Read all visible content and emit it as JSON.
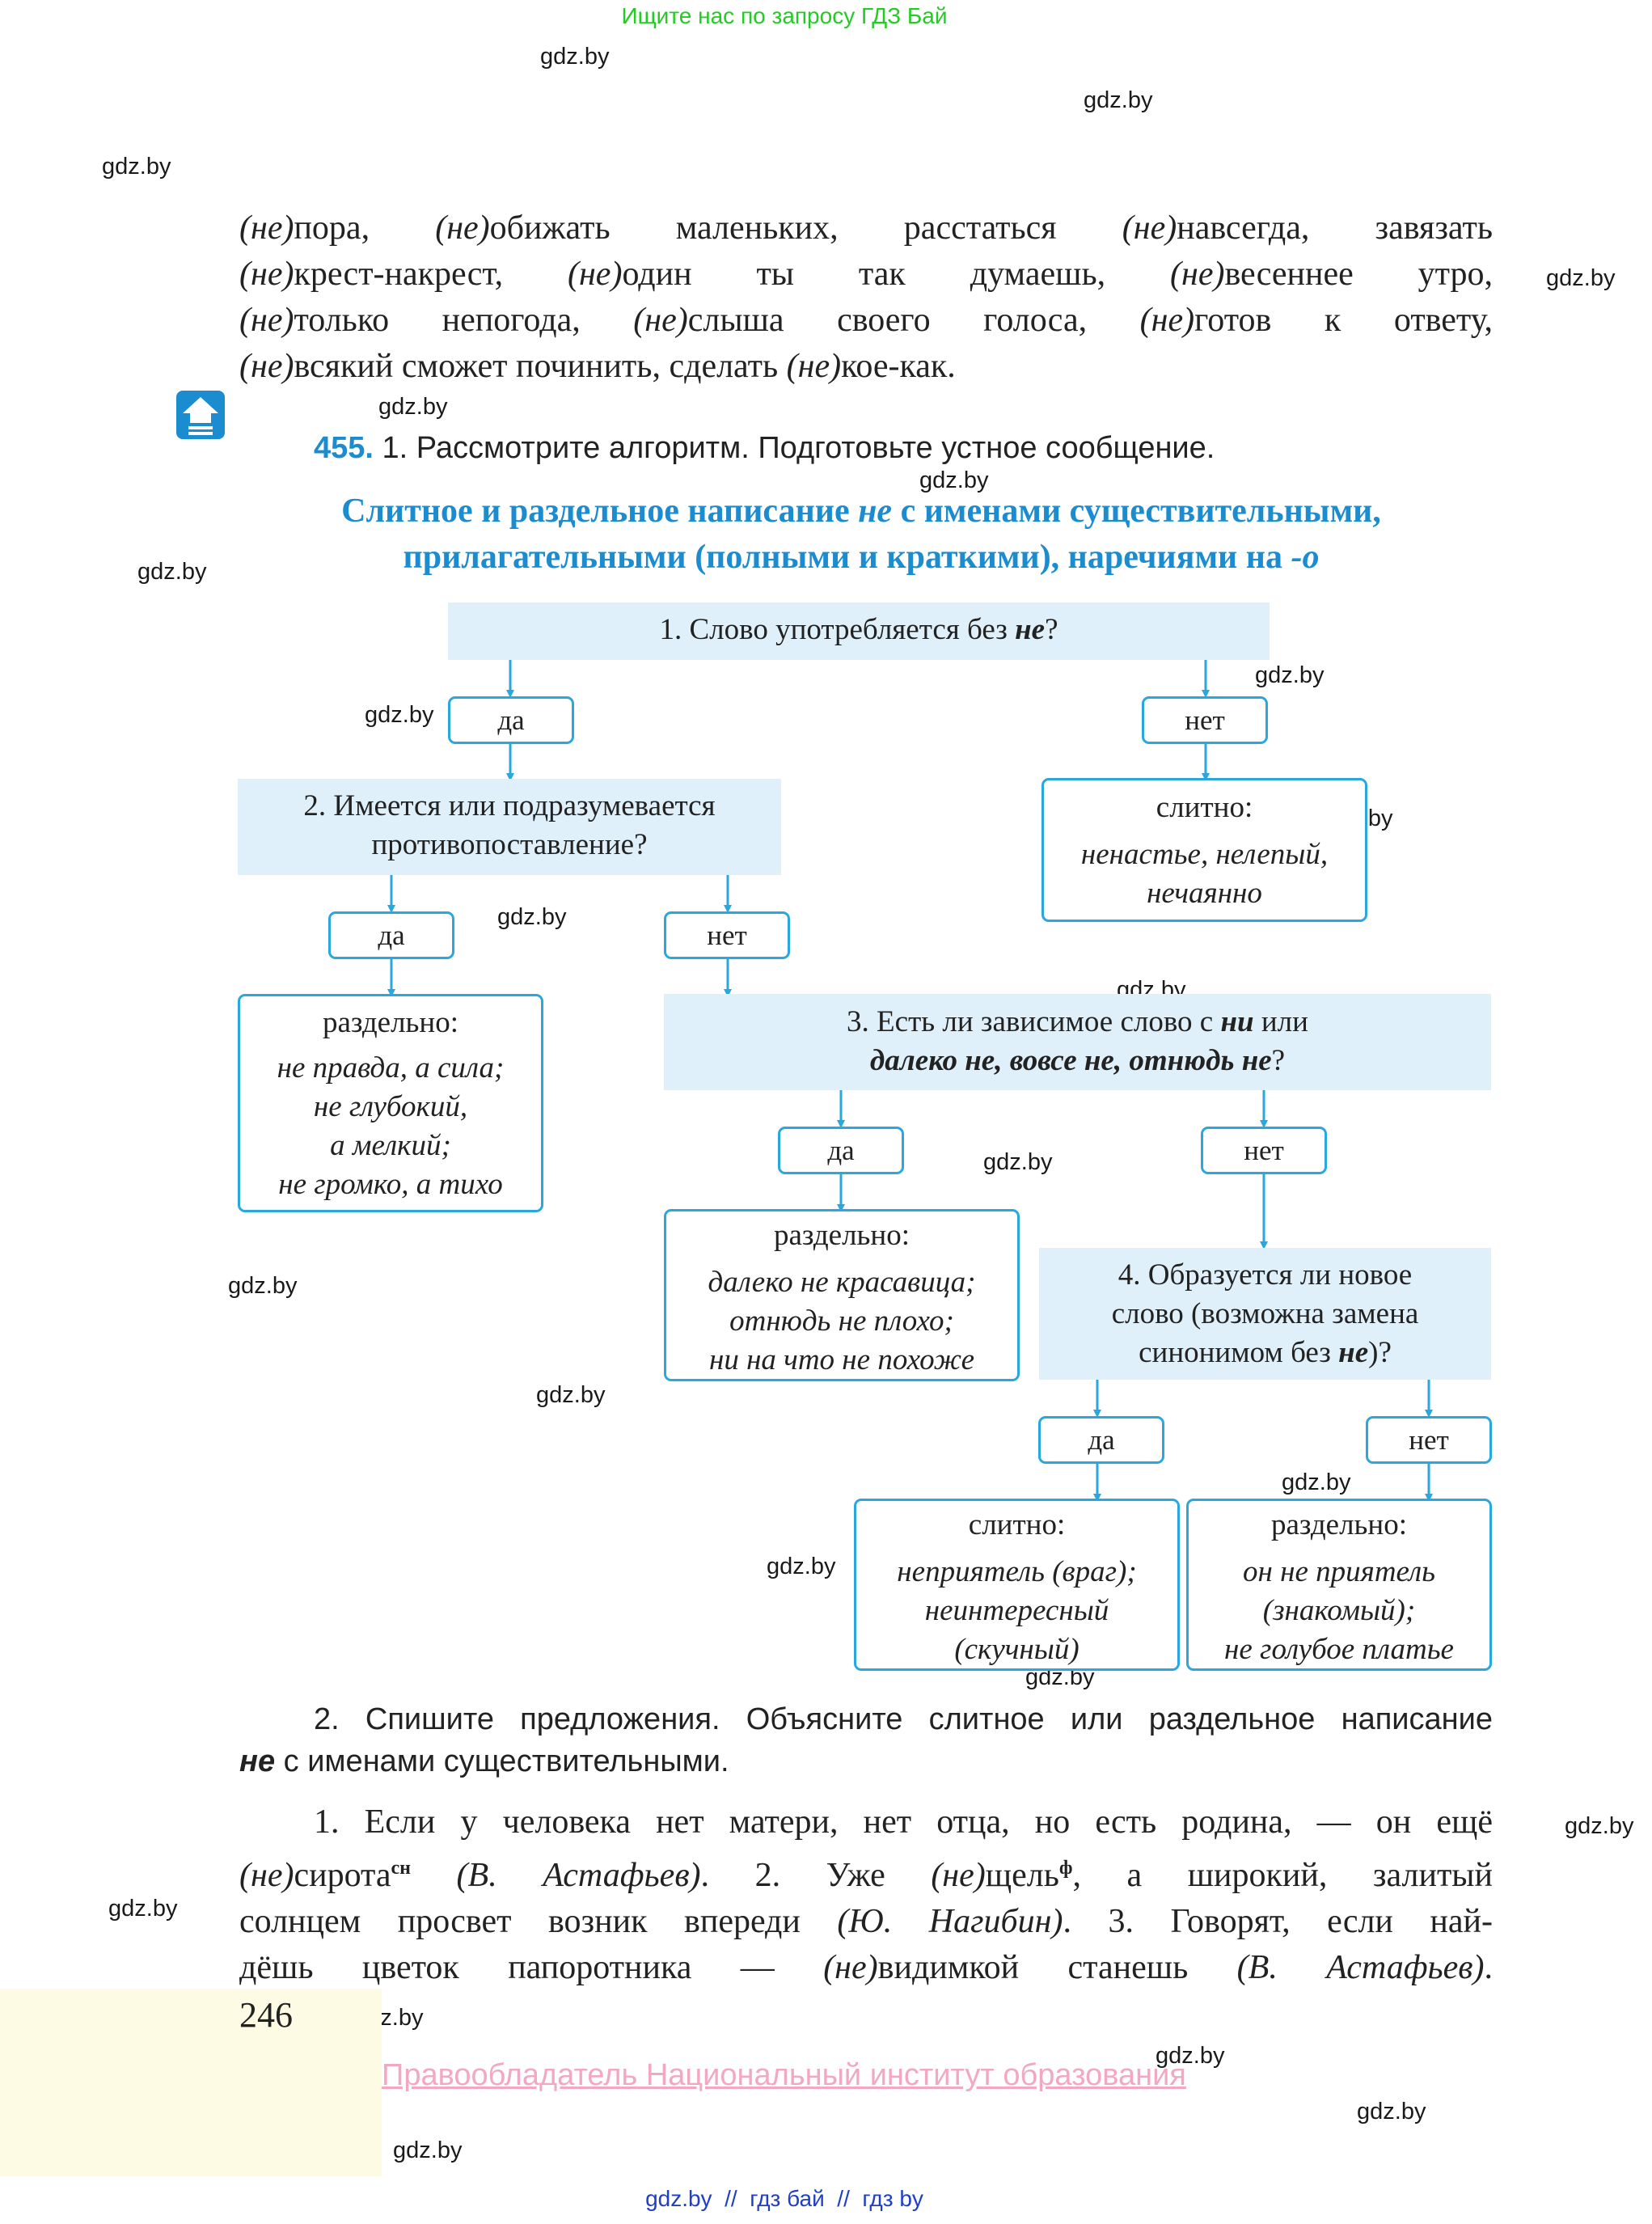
{
  "header": {
    "search_hint": "Ищите нас по запросу ГДЗ Бай"
  },
  "watermarks": [
    "gdz.by",
    "gdz.by",
    "gdz.by",
    "gdz.by",
    "gdz.by",
    "gdz.by",
    "gdz.by",
    "gdz.by",
    "gdz.by",
    "gdz.by",
    "gdz.by",
    "gdz.by",
    "gdz.by",
    "gdz.by",
    "gdz.by",
    "gdz.by",
    "gdz.by",
    "gdz.by",
    "gdz.by",
    "gdz.by",
    "gdz.by",
    "gdz.by"
  ],
  "top_exercise": {
    "ne": "(не)",
    "l1_a": "пора, ",
    "l1_b": "обижать маленьких, расстаться ",
    "l1_c": "навсегда, завязать",
    "l2_a": "крест-накрест, ",
    "l2_b": "один ты так думаешь, ",
    "l2_c": "весеннее утро,",
    "l3_a": "только непогода, ",
    "l3_b": "слыша своего голоса, ",
    "l3_c": "готов к ответу,",
    "l4_a": "всякий сможет починить, сделать ",
    "l4_b": "кое-как."
  },
  "exercise_455": {
    "number": "455.",
    "task": "1. Рассмотрите алгоритм. Подготовьте устное сообщение."
  },
  "algorithm_title": {
    "line1_a": "Слитное и раздельное написание ",
    "line1_ne": "не",
    "line1_b": " с именами существительными,",
    "line2_a": "прилагательными (полными и краткими), наречиями на ",
    "line2_o": "-о"
  },
  "flowchart": {
    "q1_a": "1. Слово употребляется без ",
    "q1_ne": "не",
    "q1_b": "?",
    "yes": "да",
    "no": "нет",
    "q2_l1": "2. Имеется или подразумевается",
    "q2_l2": "противопоставление?",
    "r_q1no_head": "слитно:",
    "r_q1no_ex1": "ненастье, нелепый,",
    "r_q1no_ex2": "нечаянно",
    "r_q2yes_head": "раздельно:",
    "r_q2yes_ex1": "не правда, а сила;",
    "r_q2yes_ex2": "не глубокий,",
    "r_q2yes_ex3": "а мелкий;",
    "r_q2yes_ex4": "не громко, а тихо",
    "q3_l1_a": "3. Есть ли зависимое слово с ",
    "q3_l1_ni": "ни",
    "q3_l1_b": " или",
    "q3_l2_b": "далеко не, вовсе не, отнюдь не",
    "q3_l2_q": "?",
    "r_q3yes_head": "раздельно:",
    "r_q3yes_ex1": "далеко не красавица;",
    "r_q3yes_ex2": "отнюдь не плохо;",
    "r_q3yes_ex3": "ни на что не похоже",
    "q4_l1": "4. Образуется ли новое",
    "q4_l2": "слово (возможна замена",
    "q4_l3_a": "синонимом без ",
    "q4_l3_ne": "не",
    "q4_l3_b": ")?",
    "r_q4yes_head": "слитно:",
    "r_q4yes_ex1": "неприятель (враг);",
    "r_q4yes_ex2": "неинтересный",
    "r_q4yes_ex3": "(скучный)",
    "r_q4no_head": "раздельно:",
    "r_q4no_ex1": "он не приятель",
    "r_q4no_ex2": "(знакомый);",
    "r_q4no_ex3": "не голубое платье"
  },
  "task2": {
    "line1": "2. Спишите предложения. Объясните слитное или раздельное написание",
    "line2_ne": "не",
    "line2_rest": " с именами существительными."
  },
  "sentences": {
    "l1": "1. Если у человека нет матери, нет отца, но есть родина, — он ещё",
    "l2_ne": "(не)",
    "l2_a": "сирота",
    "l2_sup1": "сн",
    "l2_author1": " (В. Астафьев)",
    "l2_b": ". 2. Уже ",
    "l2_ne2": "(не)",
    "l2_c": "щель",
    "l2_sup2": "ф",
    "l2_d": ", а широкий, залитый",
    "l3_a": "солнцем просвет возник впереди ",
    "l3_author": "(Ю. Нагибин)",
    "l3_b": ". 3. Говорят, если най-",
    "l4_a": "дёшь цветок папоротника — ",
    "l4_ne": "(не)",
    "l4_b": "видимкой станешь ",
    "l4_author": "(В. Астафьев)",
    "l4_c": "."
  },
  "footer": {
    "page_number": "246",
    "copyright": "Правообладатель Национальный институт образования",
    "links": "gdz.by  //  гдз бай  //  гдз by"
  },
  "colors": {
    "accent_blue": "#1b8ccf",
    "box_fill": "#dff0fa",
    "box_border": "#2aa7df",
    "hint_green": "#22cc22",
    "copyright_pink": "#f2a8c2",
    "footer_blue": "#1f3fc4",
    "page_corner": "#fdfbe3"
  }
}
